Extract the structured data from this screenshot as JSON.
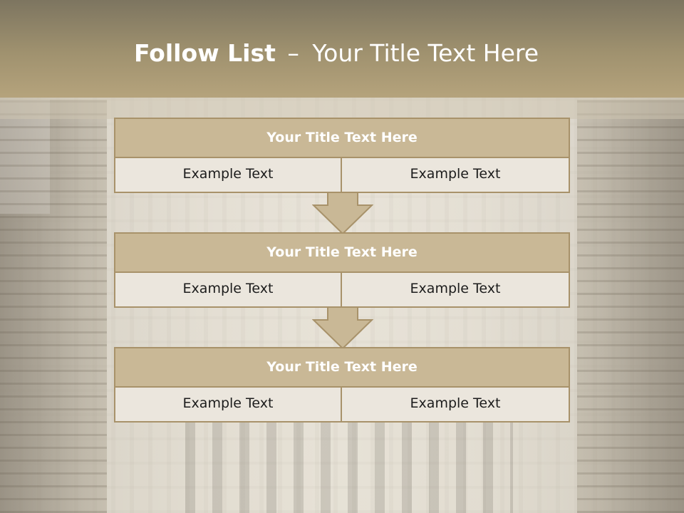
{
  "slide": {
    "title_bold": "Follow List",
    "title_separator": "–",
    "title_rest": "Your Title Text Here"
  },
  "steps": [
    {
      "title": "Your Title Text Here",
      "left": "Example Text",
      "right": "Example Text"
    },
    {
      "title": "Your Title Text Here",
      "left": "Example Text",
      "right": "Example Text"
    },
    {
      "title": "Your Title Text Here",
      "left": "Example Text",
      "right": "Example Text"
    }
  ],
  "colors": {
    "header": "#a0926f",
    "box_head": "#c9b896",
    "box_border": "#a8926a",
    "box_cell": "#ebe6dd",
    "arrow": "#c9b896"
  }
}
